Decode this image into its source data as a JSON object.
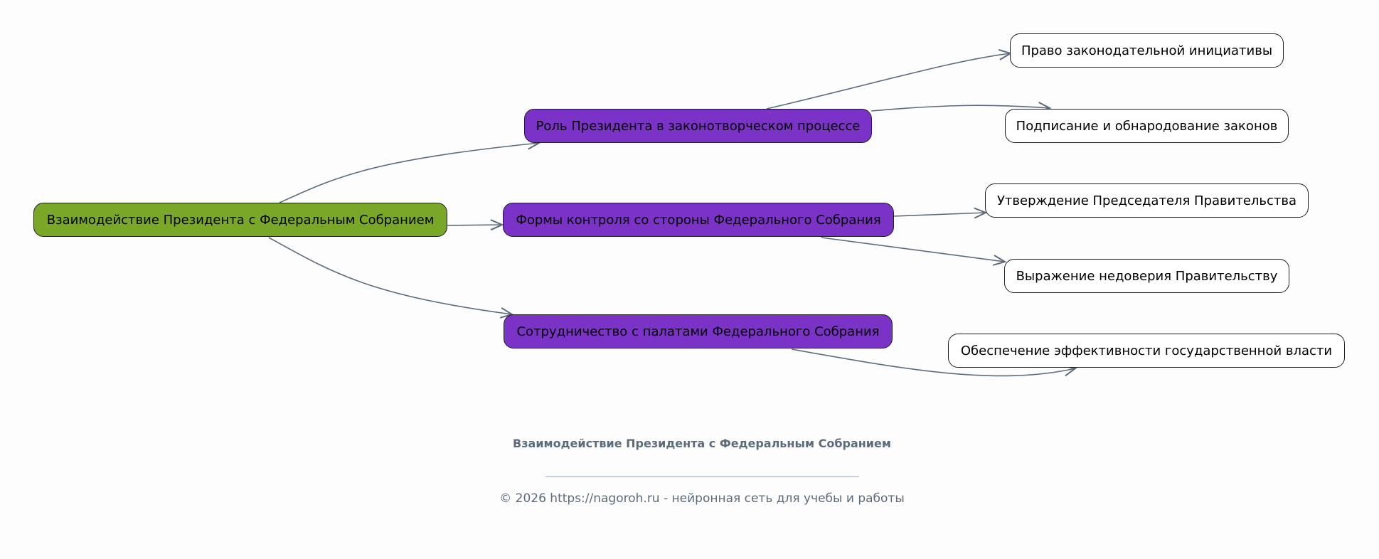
{
  "diagram": {
    "root": {
      "label": "Взаимодействие Президента с Федеральным Собранием",
      "color": "#79a829"
    },
    "branches": [
      {
        "label": "Роль Президента в законотворческом процессе",
        "color": "#7a33c6",
        "children": [
          "Право законодательной инициативы",
          "Подписание и обнародование законов"
        ]
      },
      {
        "label": "Формы контроля со стороны Федерального Собрания",
        "color": "#7a33c6",
        "children": [
          "Утверждение Председателя Правительства",
          "Выражение недоверия Правительству"
        ]
      },
      {
        "label": "Сотрудничество с палатами Федерального Собрания",
        "color": "#7a33c6",
        "children": [
          "Обеспечение эффективности государственной власти"
        ]
      }
    ],
    "edge_color": "#5c6b7c"
  },
  "footer": {
    "title": "Взаимодействие Президента с Федеральным Собранием",
    "copyright": "© 2026 https://nagoroh.ru - нейронная сеть для учебы и работы"
  }
}
